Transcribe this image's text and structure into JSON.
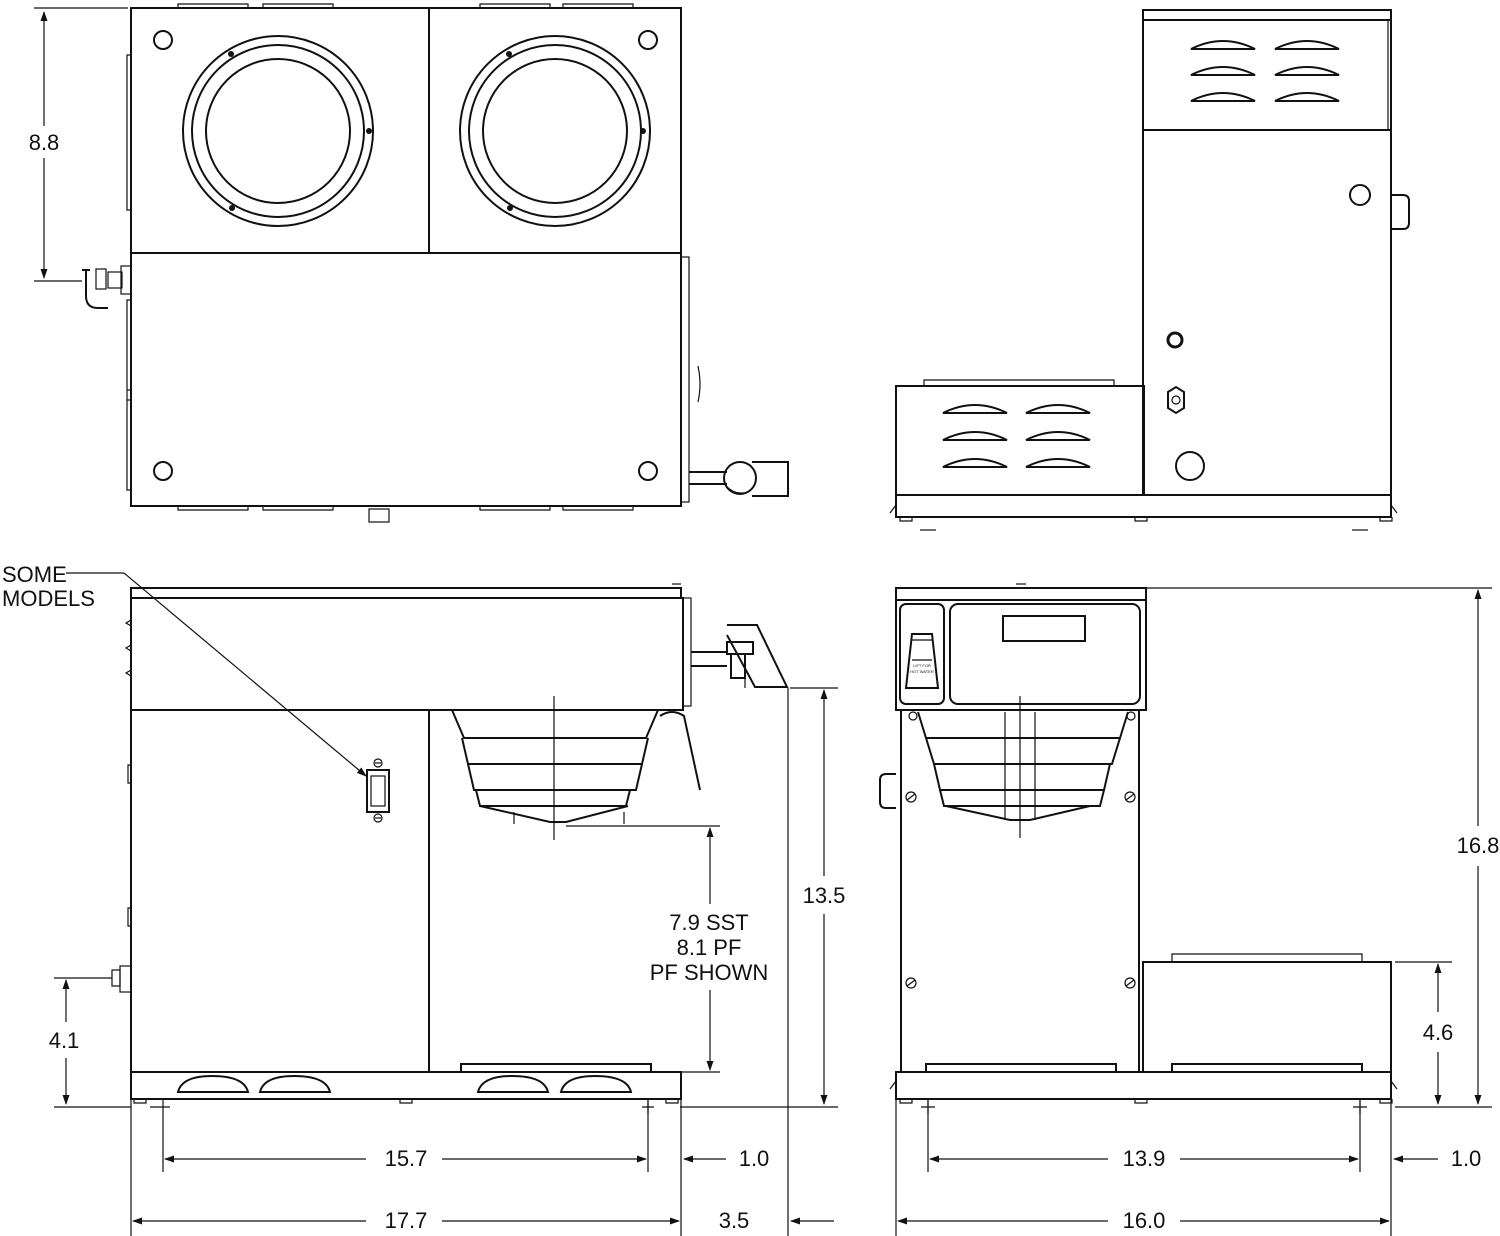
{
  "labels": {
    "some_models": [
      "SOME",
      "MODELS"
    ],
    "funnel_height": [
      "7.9 SST",
      "8.1 PF",
      "PF SHOWN"
    ],
    "lid_warning": [
      "LIFT FOR",
      "HOT WATER"
    ]
  },
  "dimensions": {
    "top_depth": "8.8",
    "side_inlet_height": "4.1",
    "front_overall_height": "13.5",
    "front_foot_spacing": "15.7",
    "front_foot_offset": "1.0",
    "front_overall_width": "17.7",
    "faucet_overhang": "3.5",
    "side_overall_height": "16.8",
    "side_warmer_height": "4.6",
    "side_foot_spacing": "13.9",
    "side_foot_offset": "1.0",
    "side_overall_depth": "16.0"
  }
}
